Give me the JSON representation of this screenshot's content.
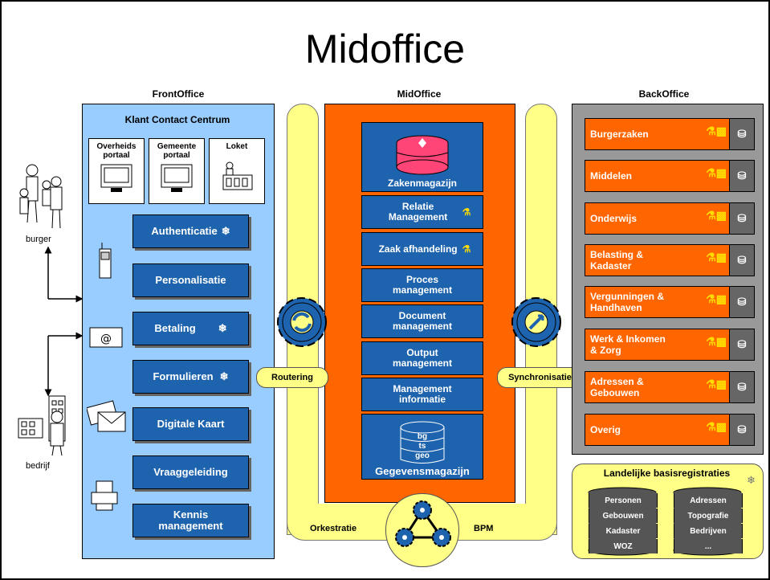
{
  "title": "Midoffice",
  "columns": {
    "front": "FrontOffice",
    "mid": "MidOffice",
    "back": "BackOffice"
  },
  "front": {
    "header": "Klant Contact Centrum",
    "portals": [
      "Overheids portaal",
      "Gemeente portaal",
      "Loket"
    ],
    "buttons": [
      "Authenticatie",
      "Personalisatie",
      "Betaling",
      "Formulieren",
      "Digitale Kaart",
      "Vraaggeleiding",
      "Kennis management"
    ]
  },
  "actors": {
    "burger": "burger",
    "bedrijf": "bedrijf"
  },
  "mid": {
    "top": "Zakenmagazijn",
    "items": [
      "Relatie Management",
      "Zaak afhandeling",
      "Proces management",
      "Document management",
      "Output management",
      "Management informatie"
    ],
    "bottom": "Gegevensmagazijn",
    "db_labels": [
      "bg",
      "ts",
      "geo"
    ]
  },
  "connectors": {
    "routering": "Routering",
    "synchronisatie": "Synchronisatie",
    "orkestratie": "Orkestratie",
    "bpm": "BPM"
  },
  "back": {
    "items": [
      "Burgerzaken",
      "Middelen",
      "Onderwijs",
      "Belasting & Kadaster",
      "Vergunningen & Handhaven",
      "Werk & Inkomen & Zorg",
      "Adressen & Gebouwen",
      "Overig"
    ]
  },
  "registries": {
    "title": "Landelijke basisregistraties",
    "left": [
      "Personen",
      "Gebouwen",
      "Kadaster",
      "WOZ"
    ],
    "right": [
      "Adressen",
      "Topografie",
      "Bedrijven",
      "..."
    ]
  },
  "colors": {
    "front": "#99ccff",
    "mid": "#ff6600",
    "back": "#999999",
    "button": "#1e63ad",
    "yellow": "#ffff88"
  }
}
